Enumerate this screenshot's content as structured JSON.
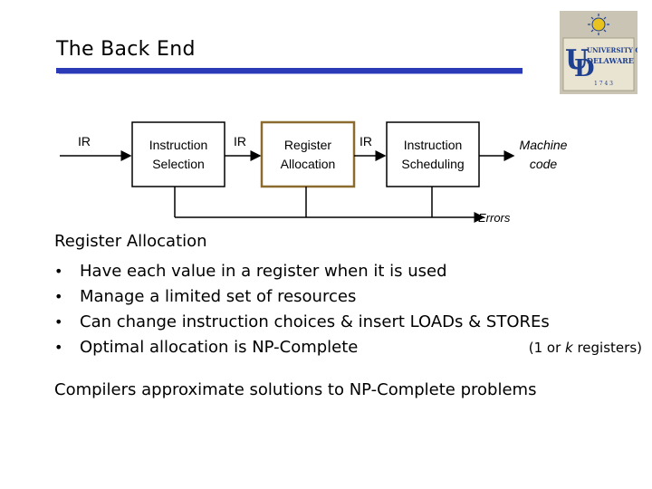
{
  "title": "The Back End",
  "diagram": {
    "ir_labels": [
      "IR",
      "IR",
      "IR"
    ],
    "stage1": [
      "Instruction",
      "Selection"
    ],
    "stage2": [
      "Register",
      "Allocation"
    ],
    "stage3": [
      "Instruction",
      "Scheduling"
    ],
    "output": [
      "Machine",
      "code"
    ],
    "errors": "Errors"
  },
  "section_title": "Register Allocation",
  "bullets": [
    "Have each value in a register when it is used",
    "Manage a limited set of resources",
    "Can change instruction choices & insert LOADs & STOREs",
    "Optimal allocation is NP-Complete"
  ],
  "bullet_note": {
    "prefix": "(1 or ",
    "var": "k",
    "suffix": " registers)"
  },
  "closing": "Compilers approximate solutions to NP-Complete problems",
  "logo": {
    "top": "UNIVERSITY OF",
    "middle": "DELAWARE",
    "year": "1 7 4 3"
  },
  "colors": {
    "title_bar": "#2b3bb8",
    "highlight_box": "#8b6b2e",
    "logo_blue": "#1f3f8f",
    "logo_gold": "#e8c21e"
  }
}
